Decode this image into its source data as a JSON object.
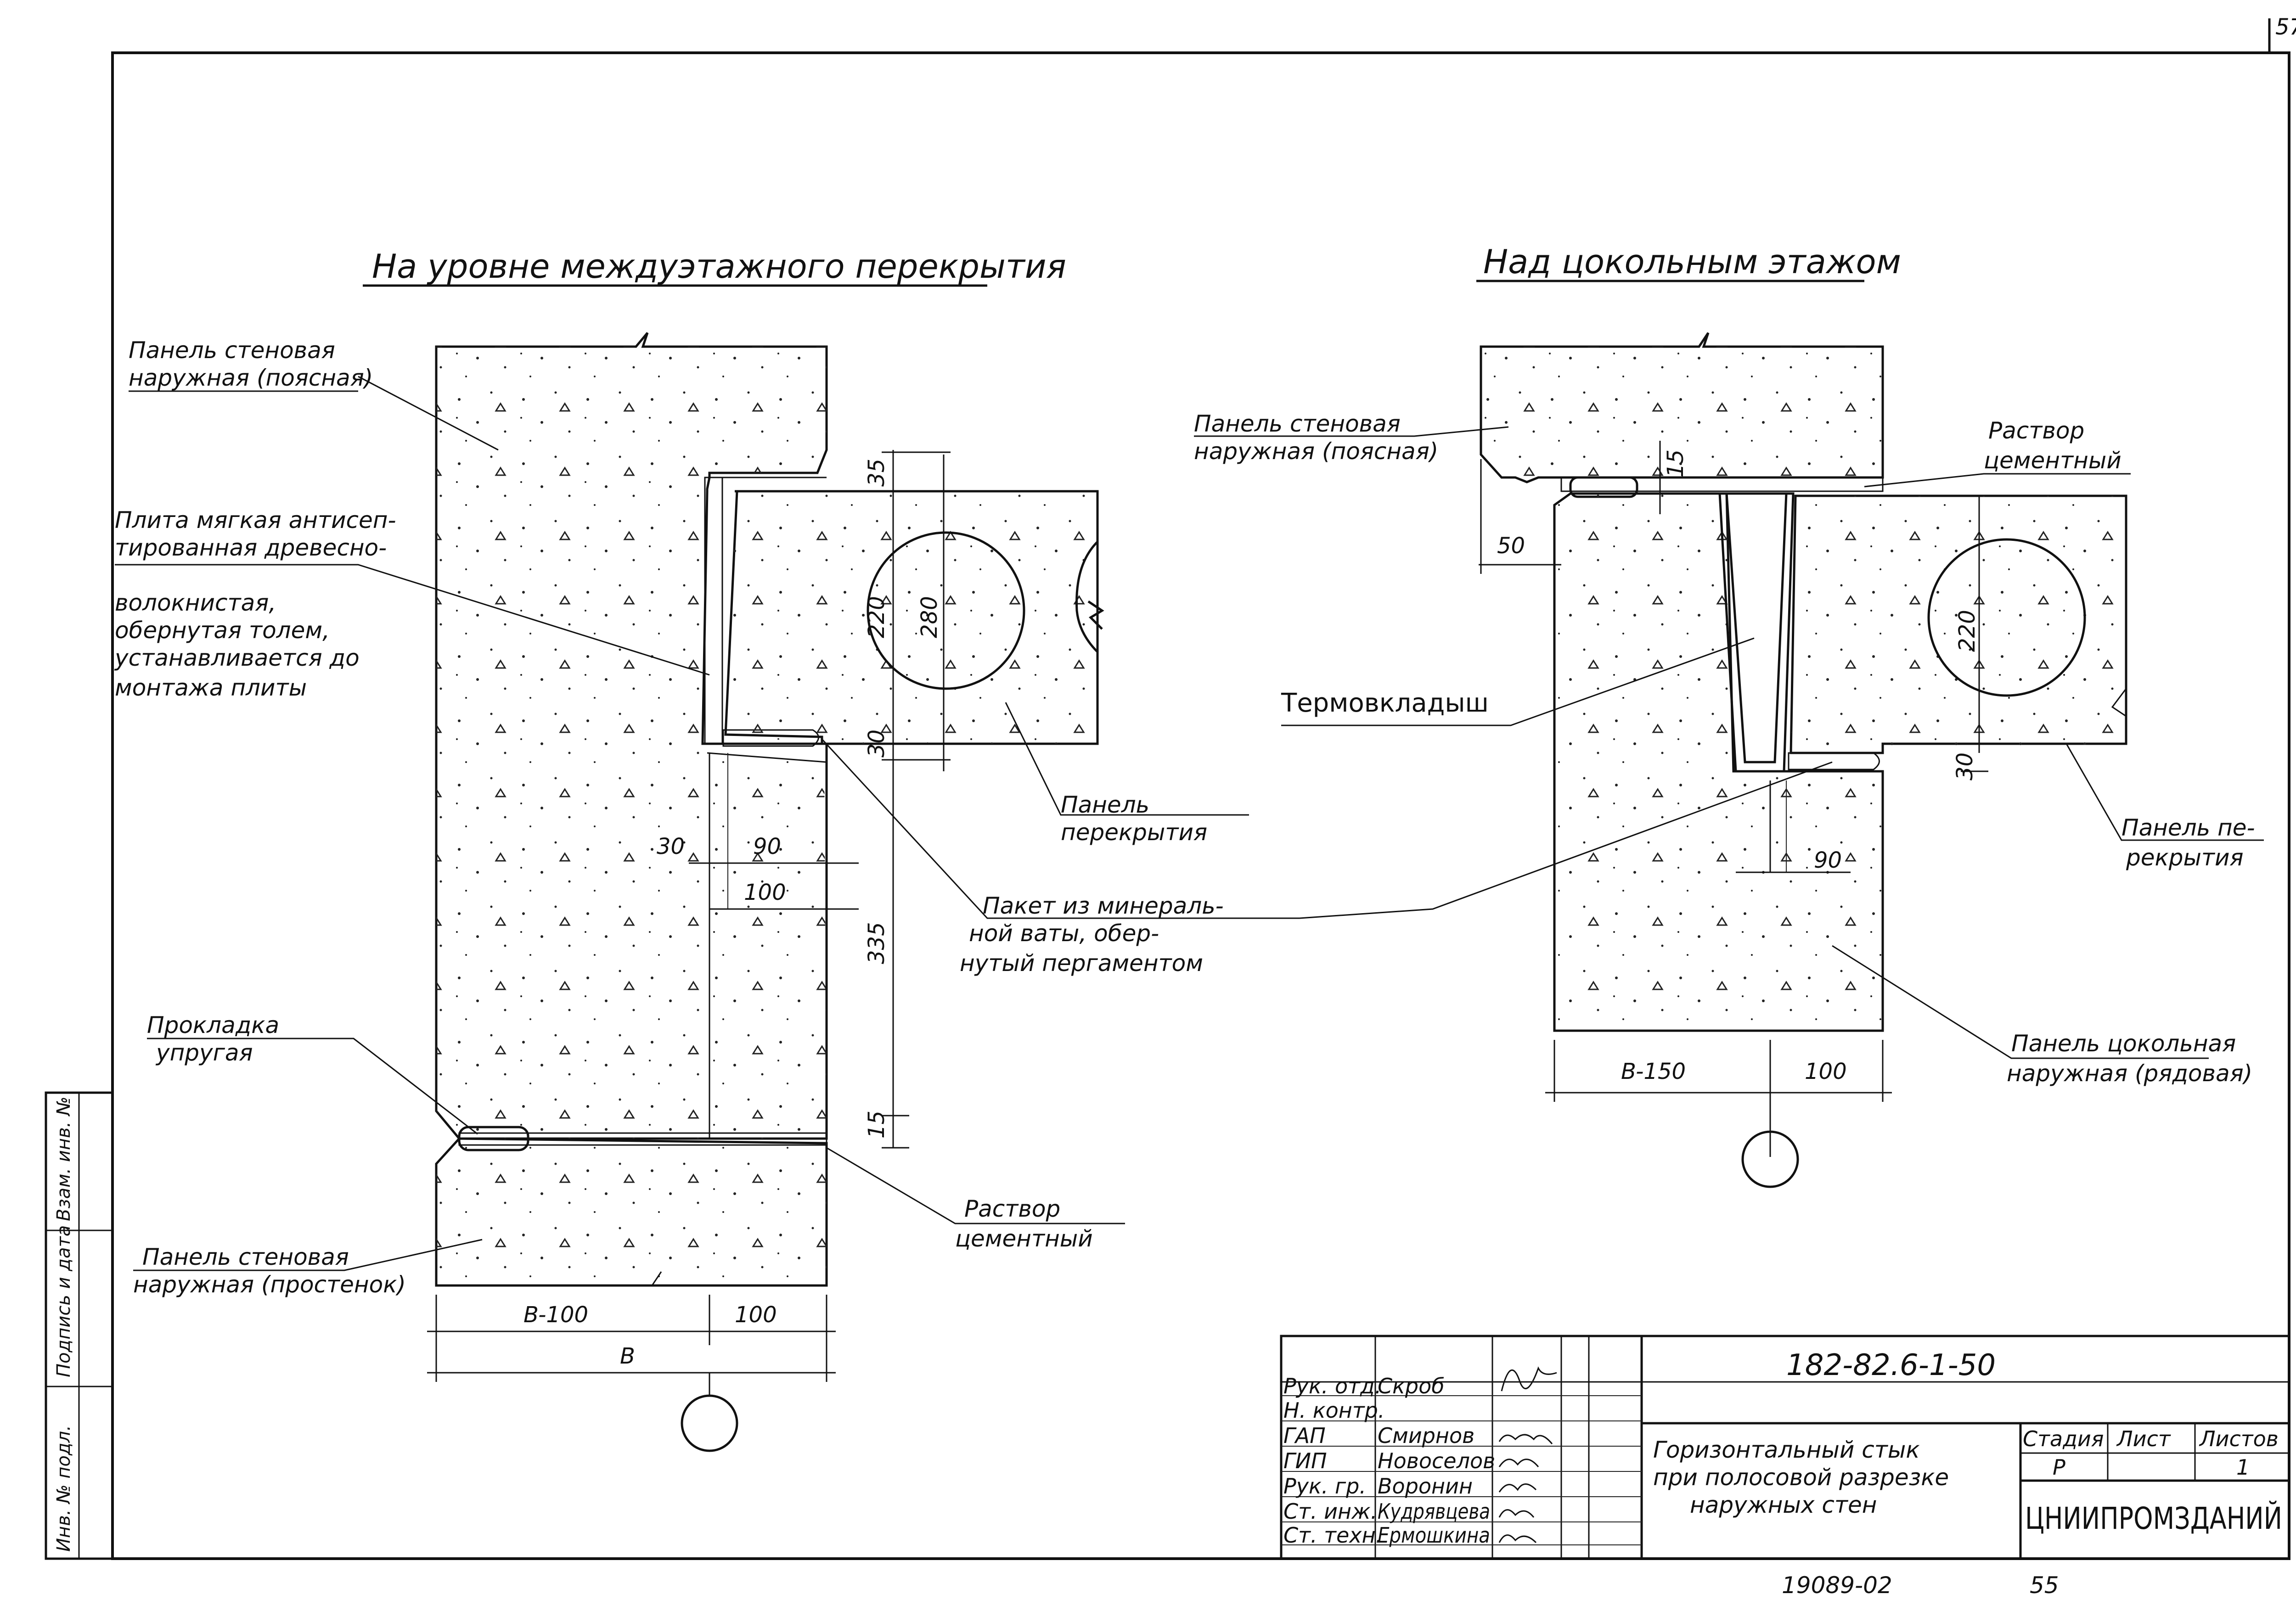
{
  "sheet": {
    "corner_mark": "57",
    "left_strip": [
      "Инв. № подл.",
      "Подпись и дата",
      "Взам. инв. №"
    ]
  },
  "left_detail": {
    "title": "На уровне междуэтажного перекрытия",
    "labels": {
      "wall_panel_belt": [
        "Панель стеновая",
        "наружная (поясная)"
      ],
      "soft_slab": [
        "Плита мягкая антисеп-",
        "тированная древесно-",
        "волокнистая,",
        "обернутая толем,",
        "устанавливается до",
        "монтажа плиты"
      ],
      "floor_panel": [
        "Панель",
        "перекрытия"
      ],
      "wool_pack": [
        "Пакет из минераль-",
        "ной ваты, обер-",
        "нутый пергаментом"
      ],
      "elastic_gasket": [
        "Прокладка",
        "упругая"
      ],
      "cement_mortar": [
        "Раствор",
        "цементный"
      ],
      "wall_panel_pier": [
        "Панель стеновая",
        "наружная (простенок)"
      ]
    },
    "dims": {
      "d35": "35",
      "d280": "280",
      "d220": "220",
      "d30a": "30",
      "d30b": "30",
      "d90": "90",
      "d100a": "100",
      "d335": "335",
      "d15": "15",
      "b100": "B-100",
      "d100b": "100",
      "b": "B"
    }
  },
  "right_detail": {
    "title": "Над цокольным этажом",
    "labels": {
      "wall_panel_belt": [
        "Панель стеновая",
        "наружная (поясная)"
      ],
      "cement_mortar": [
        "Раствор",
        "цементный"
      ],
      "thermal_insert": [
        "Термовкладыш"
      ],
      "floor_panel": [
        "Панель пе-",
        "рекрытия"
      ],
      "plinth_panel": [
        "Панель цокольная",
        "наружная (рядовая)"
      ]
    },
    "dims": {
      "d15": "15",
      "d50": "50",
      "d220": "220",
      "d30": "30",
      "d90": "90",
      "b150": "B-150",
      "d100": "100"
    }
  },
  "title_block": {
    "doc_code": "182-82.6-1-50",
    "roles": [
      "Рук. отд.",
      "Н. контр.",
      "ГАП",
      "ГИП",
      "Рук. гр.",
      "Ст. инж.",
      "Ст. техн."
    ],
    "names": [
      "Скроб",
      "",
      "Смирнов",
      "Новоселов",
      "Воронин",
      "Кудрявцева",
      "Ермошкина"
    ],
    "description": [
      "Горизонтальный стык",
      "при полосовой разрезке",
      "наружных стен"
    ],
    "col_headers": [
      "Стадия",
      "Лист",
      "Листов"
    ],
    "stage": "Р",
    "sheets_total": "1",
    "organization": "ЦНИИПРОМЗДАНИЙ",
    "archive_no": "19089-02",
    "page_no": "55"
  },
  "colors": {
    "ink": "#111111",
    "paper": "#ffffff"
  }
}
